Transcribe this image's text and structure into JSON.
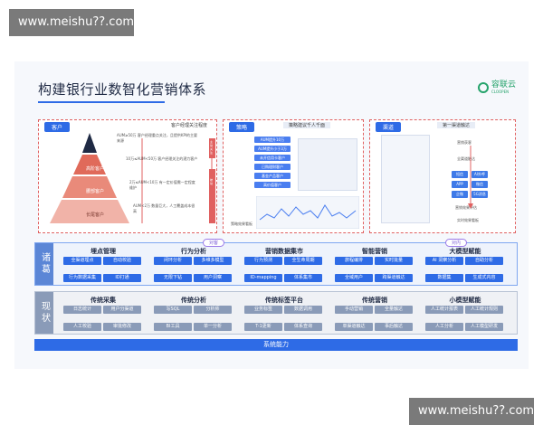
{
  "watermarks": {
    "top": "www.meishu??.com",
    "bottom": "www.meishu??.com"
  },
  "title": "构建银行业数智化营销体系",
  "logo": {
    "name": "容联云",
    "sub": "CLOOPEN"
  },
  "colors": {
    "accent": "#2e6be6",
    "grey": "#8a9bb8",
    "red": "#e06060",
    "logo": "#25a36b"
  },
  "panels": {
    "customer": {
      "tag": "客户",
      "note": "客户经理关注程度",
      "side_labels": [
        "主动关注",
        "被动"
      ],
      "tiers": [
        {
          "label": "",
          "desc": "AUM≥50万  客户经理重点关注，且提供KPI的主要来源"
        },
        {
          "label": "高阶客户",
          "desc": "10万≤AUM<50万  客户经理关注的潜力客户"
        },
        {
          "label": "腰部客户",
          "desc": "2万≤AUM<10万  有一定价值需一定程度维护"
        },
        {
          "label": "长尾客户",
          "desc": "AUM<2万  数量巨大，人工覆盖成本很高"
        }
      ]
    },
    "strategy": {
      "tag": "策略",
      "note": "策略建议千人千面",
      "items": [
        "AUM提升10万",
        "AUM提升小于3万",
        "未开信用卡客户",
        "已购理财客户",
        "基金产品客户",
        "高价值客户"
      ],
      "bottom_label": "策略效果看板",
      "bottom_note": "实时效果看板"
    },
    "channel": {
      "tag": "渠道",
      "note": "第一渠道触达",
      "flow_top": "营销获客",
      "flow_mid": "全渠道触达",
      "flow_items": [
        "短信",
        "AI外呼",
        "APP",
        "微信",
        "企微",
        "5G消息"
      ],
      "flow_bottom": "营销效果评估",
      "flow_end": "实时效果看板"
    }
  },
  "rows": {
    "future": {
      "label": "诸葛",
      "tag_left": "对客",
      "tag_right": "对内",
      "columns": [
        {
          "head": "埋点管理",
          "cells": [
            "全渠道埋点",
            "自动校验",
            "行为数据采集",
            "ID打通"
          ]
        },
        {
          "head": "行为分析",
          "cells": [
            "闭环分析",
            "多维多模型",
            "无限下钻",
            "用户洞察"
          ]
        },
        {
          "head": "营销数据集市",
          "cells": [
            "行为预测",
            "全生命周期",
            "ID-mapping",
            "体系集市"
          ]
        },
        {
          "head": "智能营销",
          "cells": [
            "旅程编排",
            "实时批量",
            "全域用户",
            "跨渠道触达"
          ]
        },
        {
          "head": "大模型赋能",
          "cells": [
            "AI 洞察分析",
            "自助分析",
            "数据集",
            "生成式内容"
          ]
        }
      ]
    },
    "current": {
      "label": "现状",
      "columns": [
        {
          "head": "传统采集",
          "cells": [
            "日志统计",
            "用户分渠道",
            "人工校验",
            "审批修改"
          ]
        },
        {
          "head": "传统分析",
          "cells": [
            "写SQL",
            "分析师",
            "BI工具",
            "单一分析"
          ]
        },
        {
          "head": "传统标签平台",
          "cells": [
            "业务标签",
            "数据调用",
            "T-1更新",
            "体系查询"
          ]
        },
        {
          "head": "传统营销",
          "cells": [
            "手动营销",
            "全量触达",
            "单渠道触达",
            "事后触达"
          ]
        },
        {
          "head": "小模型赋能",
          "cells": [
            "人工统计报表",
            "人工统计规则",
            "人工分析",
            "人工模型研发"
          ]
        }
      ]
    }
  },
  "system_bar": "系统能力"
}
